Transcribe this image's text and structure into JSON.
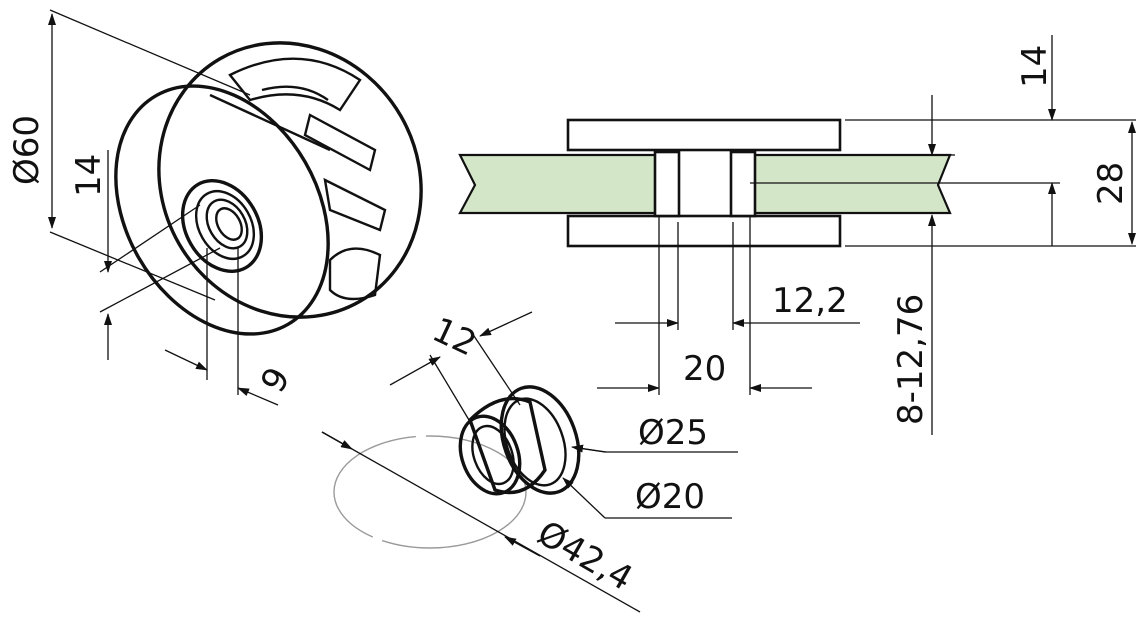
{
  "colors": {
    "glass_fill": "#d4e6c8",
    "line": "#111111",
    "ghost_line": "#9a9a9a",
    "background": "#ffffff"
  },
  "labels": {
    "d60": "Ø60",
    "h14_iso": "14",
    "t9": "9",
    "w12": "12",
    "d25": "Ø25",
    "d20": "Ø20",
    "d42": "Ø42,4",
    "top14": "14",
    "h28": "28",
    "w12_2": "12,2",
    "w20": "20",
    "glass_range": "8-12,76"
  }
}
